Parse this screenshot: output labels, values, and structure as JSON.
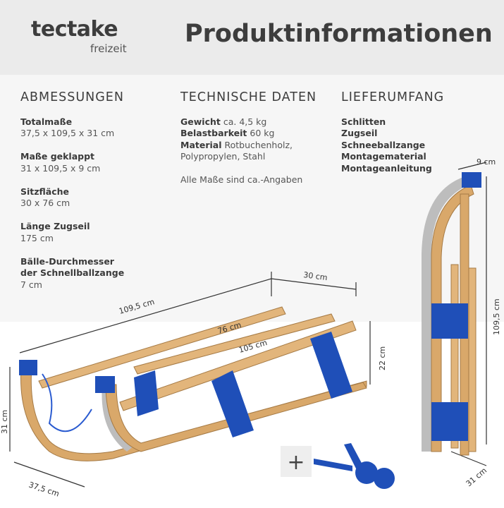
{
  "header": {
    "brand": "tectake",
    "brand_sub": "freizeit",
    "title": "Produktinformationen"
  },
  "abmessungen": {
    "heading": "ABMESSUNGEN",
    "items": [
      {
        "label": "Totalmaße",
        "value": "37,5 x 109,5 x 31 cm"
      },
      {
        "label": "Maße geklappt",
        "value": "31 x 109,5 x 9 cm"
      },
      {
        "label": "Sitzfläche",
        "value": "30 x 76 cm"
      },
      {
        "label": "Länge Zugseil",
        "value": "175 cm"
      },
      {
        "label": "Bälle-Durchmesser der Schnellballzange",
        "value": "7 cm"
      }
    ]
  },
  "technische_daten": {
    "heading": "TECHNISCHE DATEN",
    "items": [
      {
        "label": "Gewicht",
        "value": "ca. 4,5 kg"
      },
      {
        "label": "Belastbarkeit",
        "value": "60 kg"
      },
      {
        "label": "Material",
        "value": "Rotbuchenholz, Polypropylen, Stahl"
      }
    ],
    "note": "Alle Maße sind ca.-Angaben"
  },
  "lieferumfang": {
    "heading": "LIEFERUMFANG",
    "items": [
      "Schlitten",
      "Zugseil",
      "Schneeballzange",
      "Montagematerial",
      "Montageanleitung"
    ]
  },
  "dimensions": {
    "length": "109,5 cm",
    "width": "30 cm",
    "seat_length": "76 cm",
    "seat_inner": "105 cm",
    "height_frame": "22 cm",
    "height": "31 cm",
    "depth": "37,5 cm",
    "folded_width": "9 cm",
    "folded_height": "109,5 cm",
    "folded_depth": "31 cm",
    "plus": "+"
  },
  "colors": {
    "wood": "#d9a86a",
    "blue": "#1f4fb8",
    "metal": "#b9b9b9"
  }
}
